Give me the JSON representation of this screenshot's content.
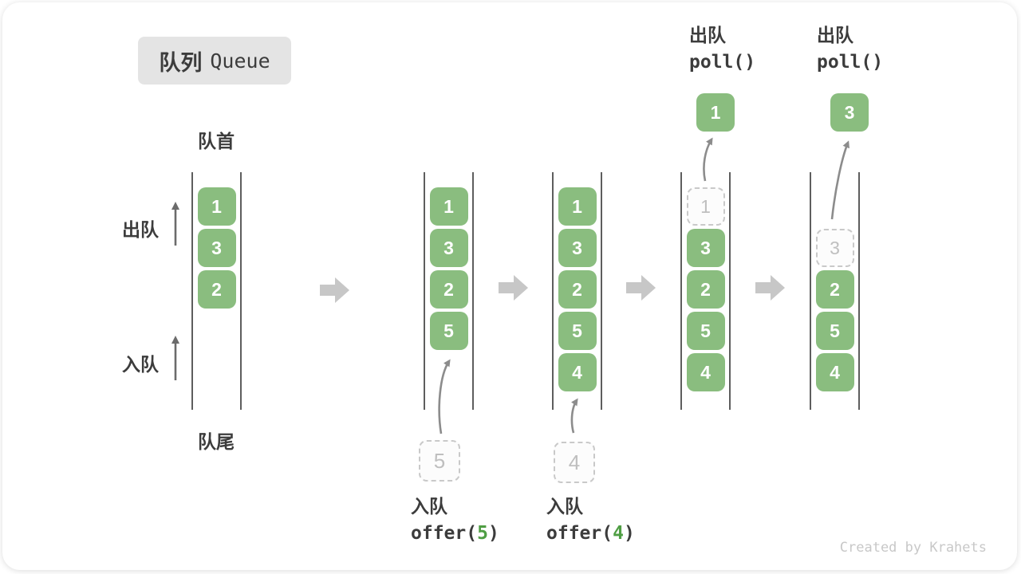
{
  "title": {
    "zh": "队列",
    "en": "Queue"
  },
  "labels": {
    "front": "队首",
    "rear": "队尾",
    "dequeue_side": "出队",
    "enqueue_side": "入队"
  },
  "states": [
    {
      "cells": [
        "1",
        "3",
        "2"
      ]
    },
    {
      "cells": [
        "1",
        "3",
        "2",
        "5"
      ],
      "incoming": "5"
    },
    {
      "cells": [
        "1",
        "3",
        "2",
        "5",
        "4"
      ],
      "incoming": "4"
    },
    {
      "ghost": "1",
      "cells": [
        "3",
        "2",
        "5",
        "4"
      ],
      "outgoing": "1"
    },
    {
      "ghost": "3",
      "cells": [
        "2",
        "5",
        "4"
      ],
      "outgoing": "3"
    }
  ],
  "operations": {
    "offer5": {
      "zh": "入队",
      "code_pre": "offer(",
      "arg": "5",
      "code_post": ")"
    },
    "offer4": {
      "zh": "入队",
      "code_pre": "offer(",
      "arg": "4",
      "code_post": ")"
    },
    "poll1": {
      "zh": "出队",
      "code": "poll()"
    },
    "poll3": {
      "zh": "出队",
      "code": "poll()"
    }
  },
  "watermark": "Created by Krahets",
  "colors": {
    "cell_green": "#8abd7f",
    "code_arg_green": "#4f9e44",
    "text_dark": "#3c3c3c",
    "title_bg": "#e4e4e4",
    "flow_arrow_gray": "#c7c7c7",
    "curve_arrow_gray": "#8c8c8c",
    "ghost_gray": "#bfbfbf",
    "wall_gray": "#5e5e5e"
  }
}
